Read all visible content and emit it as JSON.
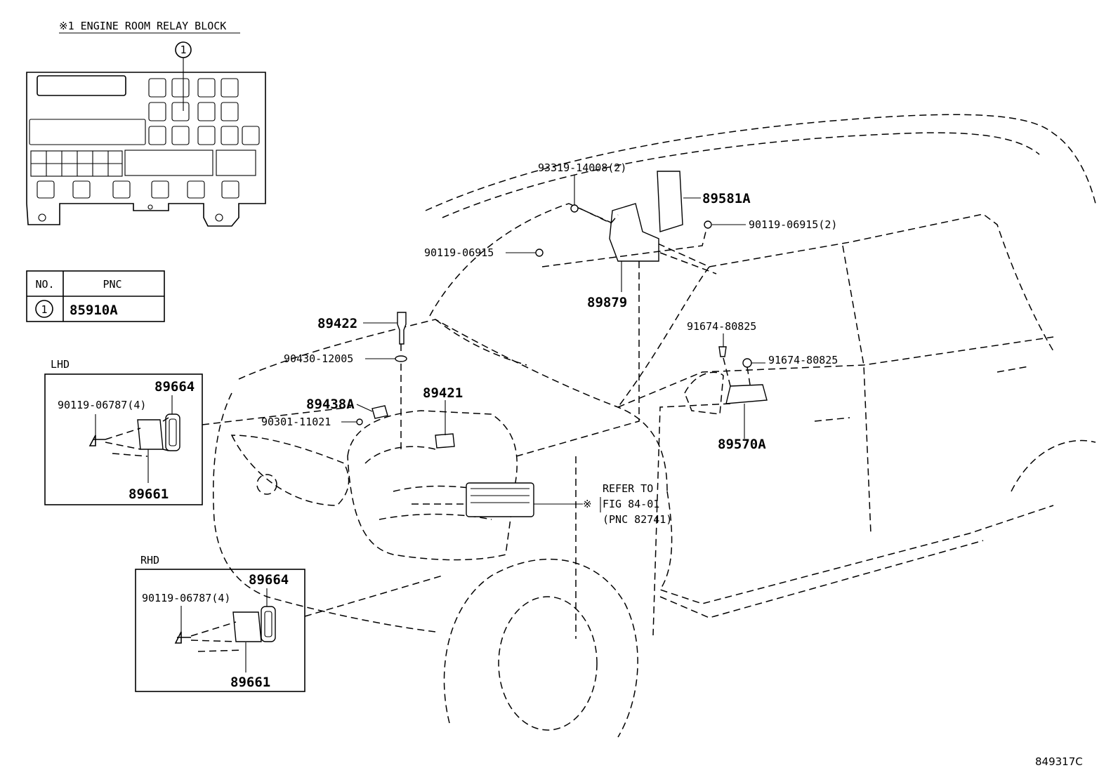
{
  "relay_block": {
    "title": "※1 ENGINE ROOM RELAY BLOCK",
    "callout": "1"
  },
  "pnc_table": {
    "header_no": "NO.",
    "header_pnc": "PNC",
    "row_no": "1",
    "row_pnc": "85910A"
  },
  "lhd": {
    "label": "LHD",
    "screw": "90119-06787(4)",
    "cover": "89664",
    "connector": "89661"
  },
  "rhd": {
    "label": "RHD",
    "screw": "90119-06787(4)",
    "cover": "89664",
    "connector": "89661"
  },
  "parts": {
    "p93319": "93319-14008(2)",
    "p89581A": "89581A",
    "p90119_06915_2": "90119-06915(2)",
    "p90119_06915": "90119-06915",
    "p89879": "89879",
    "p89422": "89422",
    "p90430": "90430-12005",
    "p89421": "89421",
    "p89438A": "89438A",
    "p90301": "90301-11021",
    "p91674_a": "91674-80825",
    "p91674_b": "91674-80825",
    "p89570A": "89570A"
  },
  "refer": {
    "line1": "REFER TO",
    "line2": "FIG 84-01",
    "line3": "(PNC 82741)",
    "mark": "※"
  },
  "figure_id": "849317C"
}
